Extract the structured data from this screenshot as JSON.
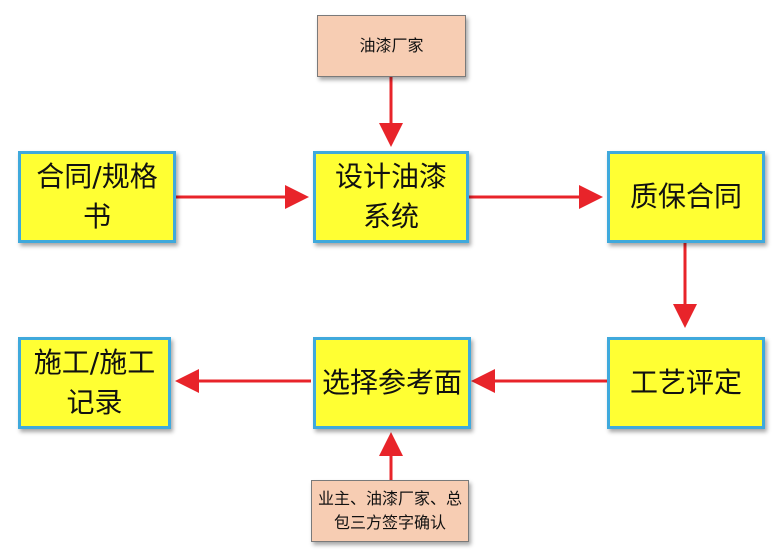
{
  "colors": {
    "main_fill": "#ffff33",
    "main_border": "#3fa9dc",
    "note_fill": "#f7cdb3",
    "note_border": "#7a7a7a",
    "arrow": "#e8242a"
  },
  "nodes": {
    "paint_vendor": "油漆厂家",
    "contract_spec": "合同/规格书",
    "design_paint_system": "设计油漆系统",
    "warranty_contract": "质保合同",
    "process_qualification": "工艺评定",
    "select_reference_surface": "选择参考面",
    "construction_records": "施工/施工记录",
    "tripartite_signoff": "业主、油漆厂家、总包三方签字确认"
  }
}
